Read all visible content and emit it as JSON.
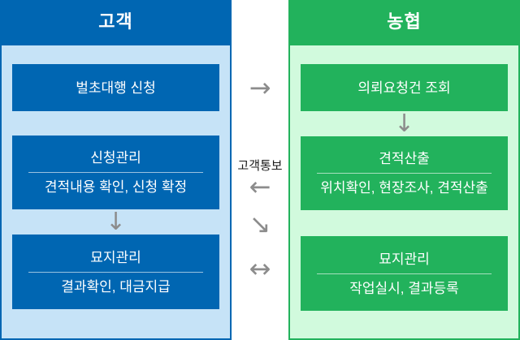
{
  "diagram": {
    "customer": {
      "header": "고객",
      "boxes": [
        {
          "title": "벌초대행 신청"
        },
        {
          "title": "신청관리",
          "subtitle": "견적내용 확인, 신청 확정"
        },
        {
          "title": "묘지관리",
          "subtitle": "결과확인, 대금지급"
        }
      ]
    },
    "nonghyup": {
      "header": "농협",
      "boxes": [
        {
          "title": "의뢰요청건 조회"
        },
        {
          "title": "견적산출",
          "subtitle": "위치확인, 현장조사, 견적산출"
        },
        {
          "title": "묘지관리",
          "subtitle": "작업실시, 결과등록"
        }
      ]
    },
    "connectors": {
      "request_arrow": "→",
      "notify_label": "고객통보",
      "notify_arrow": "←",
      "confirm_arrow": "↘",
      "manage_arrow": "↔",
      "down_arrow": "↓"
    },
    "colors": {
      "customer_primary": "#0066b2",
      "customer_light": "#c6e3f7",
      "nonghyup_primary": "#22b25c",
      "nonghyup_light": "#d1fadd",
      "arrow_gray": "#8c8c8c"
    }
  }
}
